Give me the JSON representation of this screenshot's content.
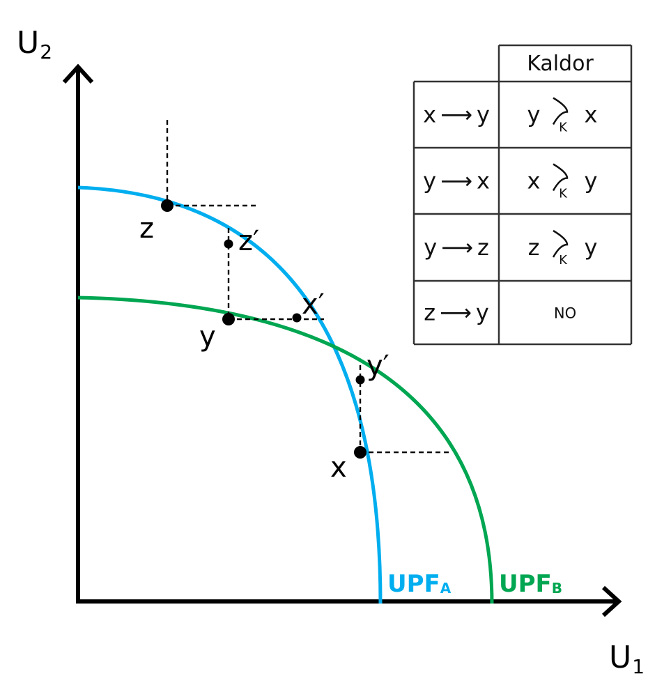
{
  "axes": {
    "y_label_main": "U",
    "y_label_sub": "2",
    "x_label_main": "U",
    "x_label_sub": "1"
  },
  "curves": {
    "upf_a": {
      "label_main": "UPF",
      "label_sub": "A",
      "color": "#00AEEF"
    },
    "upf_b": {
      "label_main": "UPF",
      "label_sub": "B",
      "color": "#00A651"
    }
  },
  "points": {
    "z": "z",
    "z_prime": "z′",
    "y": "y",
    "x_prime": "x′",
    "y_prime": "y′",
    "x": "x"
  },
  "table": {
    "header": "Kaldor",
    "k_symbol": "K",
    "arrow": "⟶",
    "rows": [
      {
        "from": "x",
        "to": "y",
        "left": "y",
        "right": "x",
        "result_text": ""
      },
      {
        "from": "y",
        "to": "x",
        "left": "x",
        "right": "y",
        "result_text": ""
      },
      {
        "from": "y",
        "to": "z",
        "left": "z",
        "right": "y",
        "result_text": ""
      },
      {
        "from": "z",
        "to": "y",
        "left": "",
        "right": "",
        "result_text": "NO"
      }
    ]
  }
}
